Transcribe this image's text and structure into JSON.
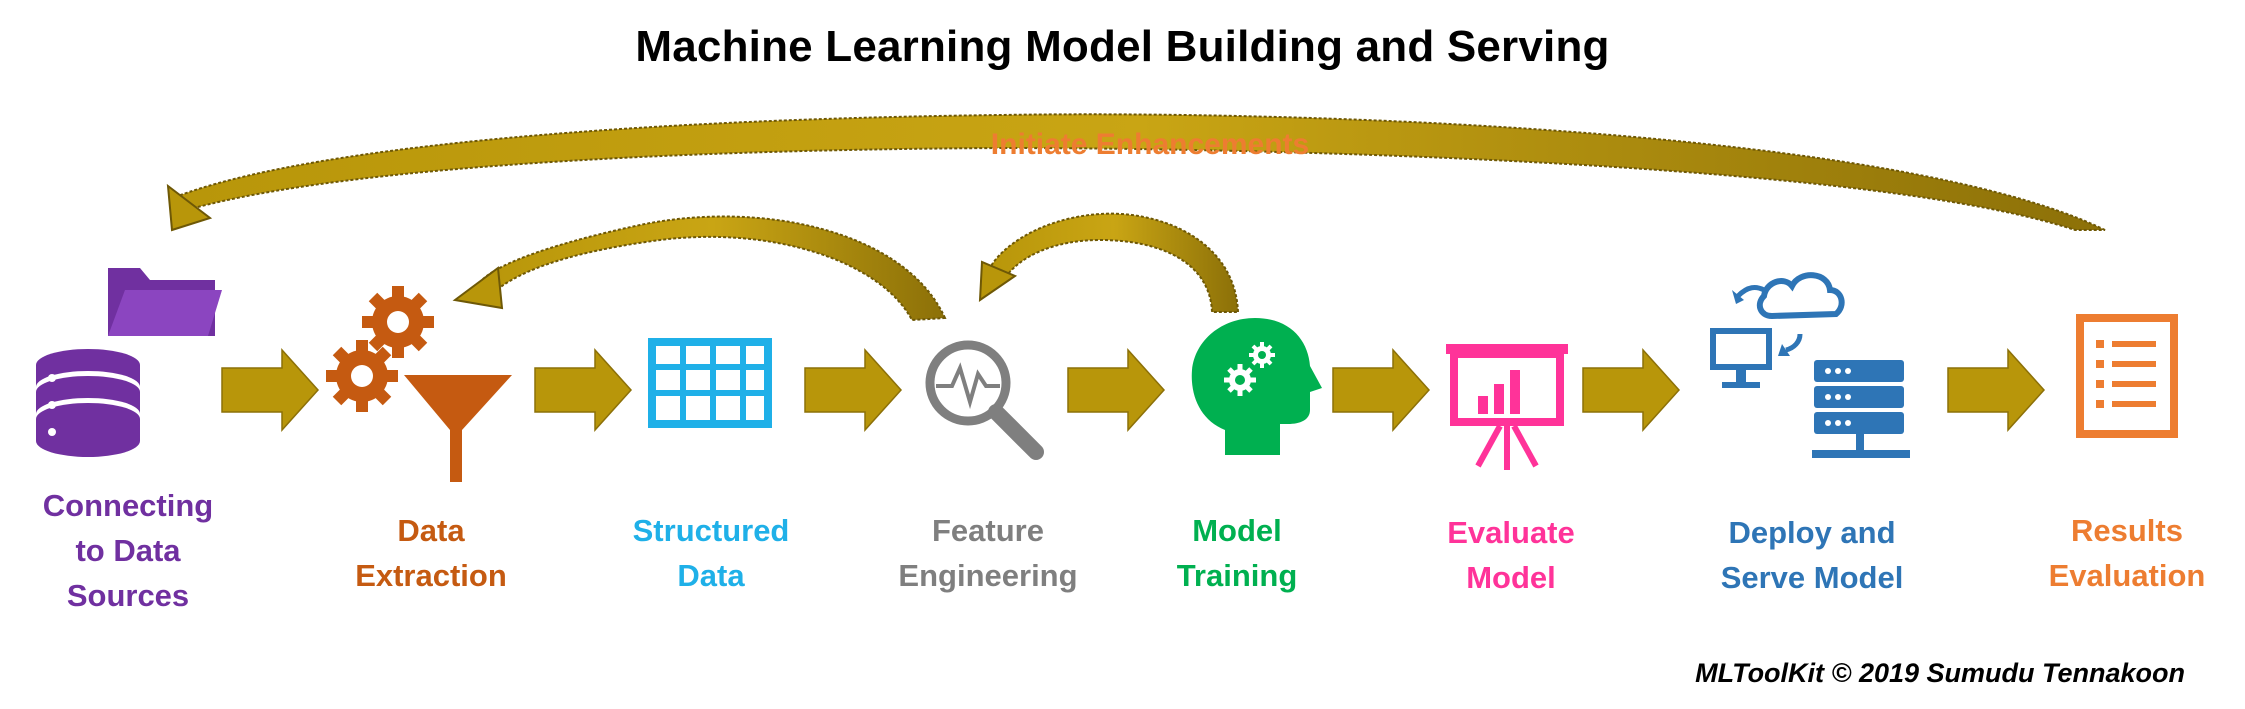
{
  "title": "Machine Learning Model Building and Serving",
  "feedback_label": "Initiate Enhancements",
  "credit": "MLToolKit © 2019 Sumudu Tennakoon",
  "colors": {
    "arrow": "#B8960A",
    "arrow_dark": "#8C7008",
    "feedback_text": "#ED7D31",
    "connecting": "#7030A0",
    "extraction": "#C55A11",
    "structured": "#1FB0E8",
    "feature": "#7F7F7F",
    "training": "#00B050",
    "evaluate": "#FF3399",
    "deploy": "#2E75B6",
    "results": "#ED7D31"
  },
  "steps": [
    {
      "id": "connecting",
      "icon": "database-folder-icon",
      "lines": [
        "Connecting",
        "to Data",
        "Sources"
      ]
    },
    {
      "id": "extraction",
      "icon": "gears-funnel-icon",
      "lines": [
        "Data",
        "Extraction"
      ]
    },
    {
      "id": "structured",
      "icon": "table-grid-icon",
      "lines": [
        "Structured",
        "Data"
      ]
    },
    {
      "id": "feature",
      "icon": "magnifier-signal-icon",
      "lines": [
        "Feature",
        "Engineering"
      ]
    },
    {
      "id": "training",
      "icon": "head-gears-icon",
      "lines": [
        "Model",
        "Training"
      ]
    },
    {
      "id": "evaluate",
      "icon": "presentation-chart-icon",
      "lines": [
        "Evaluate",
        "Model"
      ]
    },
    {
      "id": "deploy",
      "icon": "cloud-server-icon",
      "lines": [
        "Deploy and",
        "Serve Model"
      ]
    },
    {
      "id": "results",
      "icon": "checklist-icon",
      "lines": [
        "Results",
        "Evaluation"
      ]
    }
  ]
}
